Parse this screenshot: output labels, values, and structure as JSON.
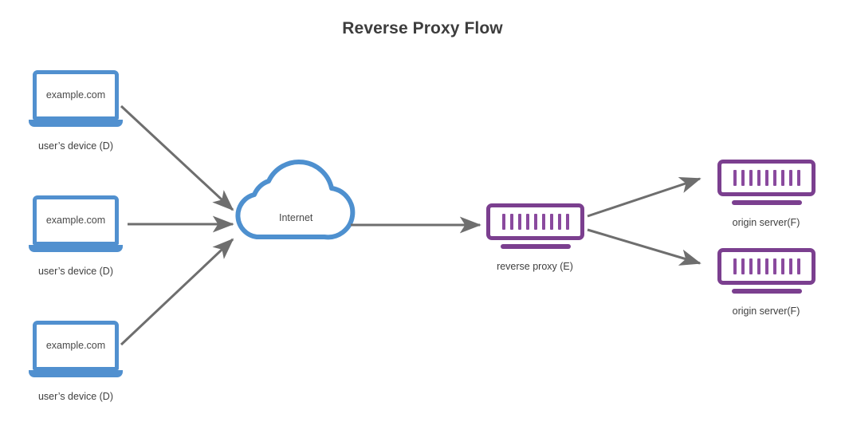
{
  "title": "Reverse Proxy Flow",
  "colors": {
    "client": "#5190cf",
    "server": "#7b3f8f",
    "arrow": "#6e6e6e",
    "text": "#3f3f3f",
    "background": "#ffffff"
  },
  "nodes": {
    "clients": [
      {
        "screen_text": "example.com",
        "label": "user’s device (D)"
      },
      {
        "screen_text": "example.com",
        "label": "user’s device (D)"
      },
      {
        "screen_text": "example.com",
        "label": "user’s device (D)"
      }
    ],
    "cloud": {
      "label": "Internet"
    },
    "proxy": {
      "label": "reverse proxy (E)",
      "bars": 9
    },
    "origins": [
      {
        "label": "origin server(F)",
        "bars": 9
      },
      {
        "label": "origin server(F)",
        "bars": 9
      }
    ]
  },
  "edges": [
    {
      "from": "user’s device (D) top",
      "to": "Internet"
    },
    {
      "from": "user’s device (D) middle",
      "to": "Internet"
    },
    {
      "from": "user’s device (D) bottom",
      "to": "Internet"
    },
    {
      "from": "Internet",
      "to": "reverse proxy (E)"
    },
    {
      "from": "reverse proxy (E)",
      "to": "origin server(F) top"
    },
    {
      "from": "reverse proxy (E)",
      "to": "origin server(F) bottom"
    }
  ]
}
